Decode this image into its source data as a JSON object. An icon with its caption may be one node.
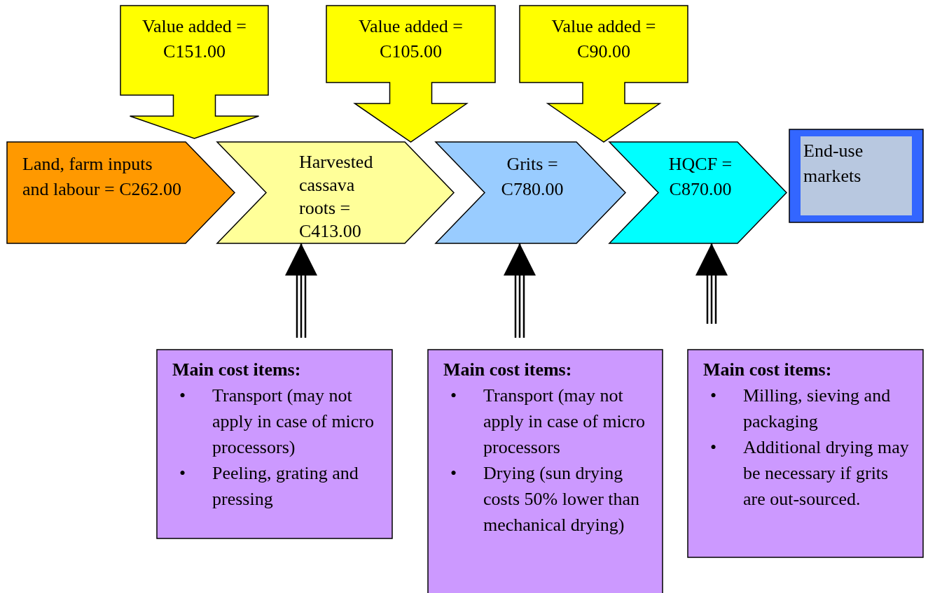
{
  "diagram": {
    "nodes": [
      {
        "text": [
          "Land, farm inputs and labour = C262.00"
        ]
      },
      {
        "text": [
          "Harvested cassava roots = C413.00"
        ]
      },
      {
        "text": [
          "Grits = C780.00"
        ]
      },
      {
        "text": [
          "HQCF = C870.00"
        ]
      },
      {
        "text": [
          "End-use markets"
        ]
      },
      {
        "text": [
          "Value added = C151.00"
        ]
      },
      {
        "text": [
          "Value added = C105.00"
        ]
      },
      {
        "text": [
          "Value added = C90.00"
        ]
      },
      {
        "text": [
          "Main cost items:",
          "•",
          "Transport (may not apply in case of micro processors)",
          "•",
          "Peeling, grating and pressing"
        ]
      },
      {
        "text": [
          "Main cost items:",
          "•",
          "Transport (may not apply in case of micro processors",
          "•",
          "Drying (sun drying costs 50% lower than mechanical drying)"
        ]
      },
      {
        "text": [
          "Main cost items:",
          "•",
          "Milling, sieving and packaging",
          "•",
          "Additional drying may be necessary if grits are out-sourced."
        ]
      }
    ],
    "edges": [
      {
        "from": 8,
        "to": 1,
        "arrow": "to"
      },
      {
        "from": 9,
        "to": 2,
        "arrow": "to"
      },
      {
        "from": 10,
        "to": 3,
        "arrow": "to"
      }
    ]
  }
}
